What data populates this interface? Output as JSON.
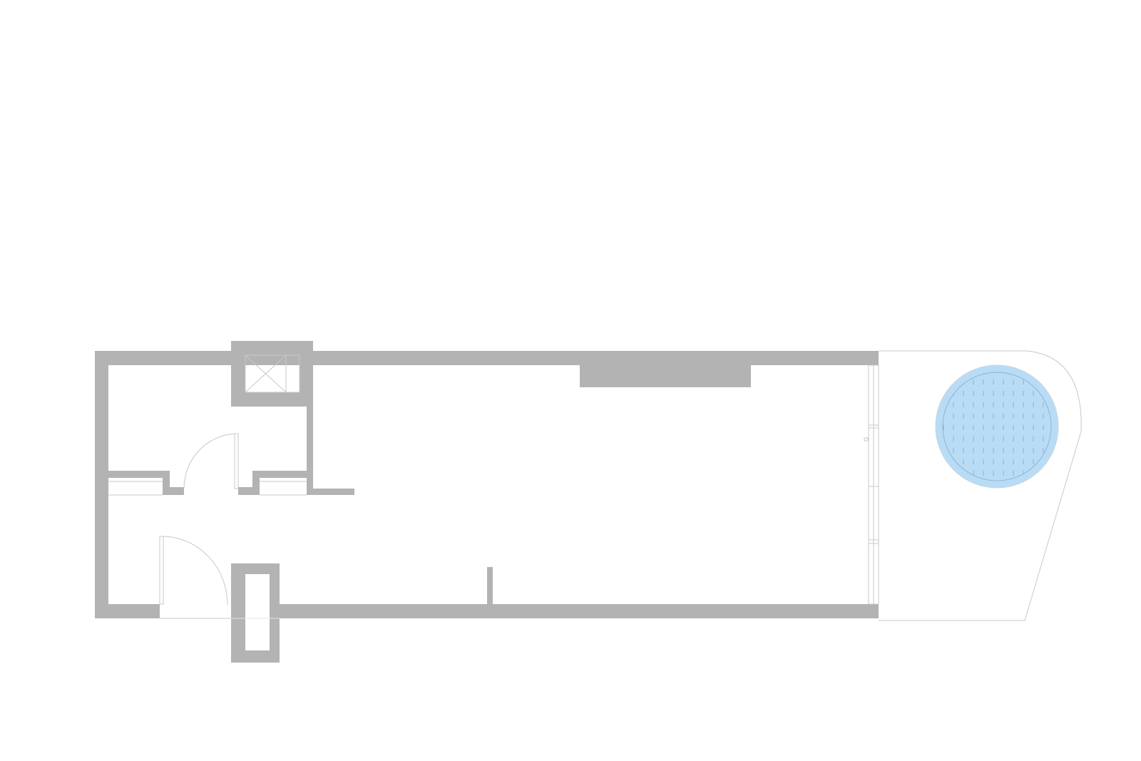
{
  "plan": {
    "type": "floor-plan",
    "colors": {
      "wall": "#b3b3b3",
      "line": "#c8c8c8",
      "pool_fill": "#b9dcf6",
      "pool_stroke": "#8fb4cf",
      "background": "#ffffff"
    },
    "elements": [
      "exterior-walls",
      "service-shaft",
      "interior-partitions",
      "doors",
      "column",
      "glazed-facade",
      "terrace",
      "circular-pool"
    ]
  }
}
